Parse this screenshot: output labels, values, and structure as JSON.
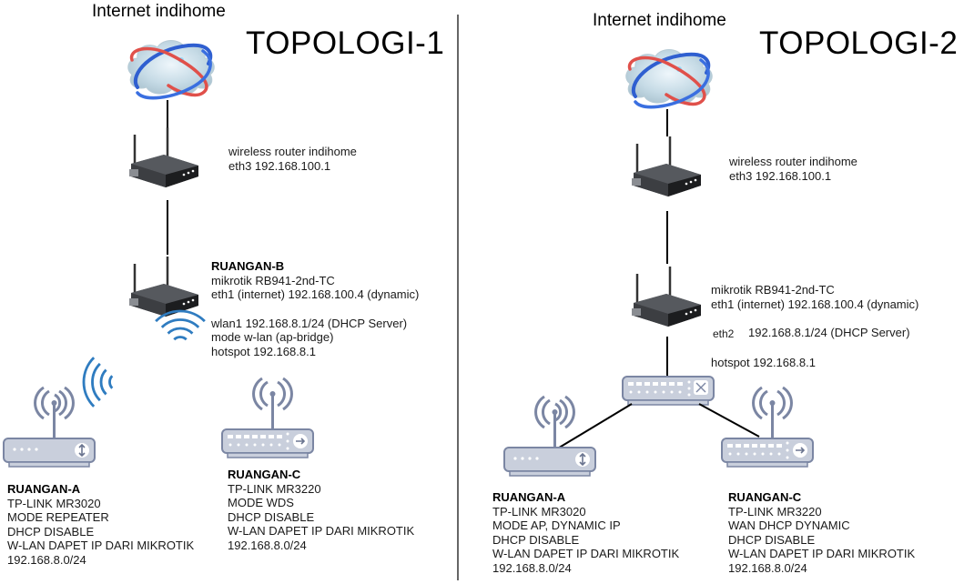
{
  "topologies": [
    {
      "title": "TOPOLOGI-1",
      "internet_label": "Internet indihome",
      "isp_router": {
        "lines": [
          "wireless router indihome",
          "eth3 192.168.100.1"
        ]
      },
      "core_router": {
        "name": "RUANGAN-B",
        "lines": [
          "mikrotik RB941-2nd-TC",
          "eth1 (internet) 192.168.100.4 (dynamic)",
          "",
          "wlan1 192.168.8.1/24 (DHCP Server)",
          "mode w-lan (ap-bridge)",
          "hotspot 192.168.8.1"
        ]
      },
      "room_a": {
        "name": "RUANGAN-A",
        "lines": [
          "TP-LINK MR3020",
          "MODE REPEATER",
          "DHCP DISABLE",
          "W-LAN DAPET IP DARI MIKROTIK",
          "192.168.8.0/24"
        ]
      },
      "room_c": {
        "name": "RUANGAN-C",
        "lines": [
          "TP-LINK MR3220",
          "MODE WDS",
          "DHCP DISABLE",
          "W-LAN DAPET IP DARI MIKROTIK",
          "192.168.8.0/24"
        ]
      }
    },
    {
      "title": "TOPOLOGI-2",
      "internet_label": "Internet indihome",
      "isp_router": {
        "lines": [
          "wireless router indihome",
          "eth3 192.168.100.1"
        ]
      },
      "core_router": {
        "lines": [
          "mikrotik RB941-2nd-TC",
          "eth1 (internet) 192.168.100.4 (dynamic)"
        ],
        "eth2_label": "eth2",
        "eth2_value": "192.168.8.1/24 (DHCP Server)",
        "hotspot": "hotspot 192.168.8.1"
      },
      "room_a": {
        "name": "RUANGAN-A",
        "lines": [
          "TP-LINK MR3020",
          "MODE AP, DYNAMIC IP",
          "DHCP DISABLE",
          "W-LAN DAPET IP DARI MIKROTIK",
          "192.168.8.0/24"
        ]
      },
      "room_c": {
        "name": "RUANGAN-C",
        "lines": [
          "TP-LINK MR3220",
          "WAN DHCP DYNAMIC",
          "DHCP DISABLE",
          "W-LAN DAPET IP DARI MIKROTIK",
          "192.168.8.0/24"
        ]
      }
    }
  ],
  "icons": {
    "cloud": "internet-cloud-icon",
    "router": "wireless-router-icon",
    "ap_small": "access-point-mr3020-icon",
    "ap_large": "access-point-mr3220-icon",
    "switch": "network-switch-icon",
    "wifi": "wifi-waves-icon"
  },
  "colors": {
    "device_fill": "#c9cfdc",
    "device_stroke": "#7b86a3",
    "wifi_wave": "#2f7cc0",
    "orbit_red": "#e0504a",
    "orbit_blue": "#2f5fd0",
    "link": "#000000"
  }
}
